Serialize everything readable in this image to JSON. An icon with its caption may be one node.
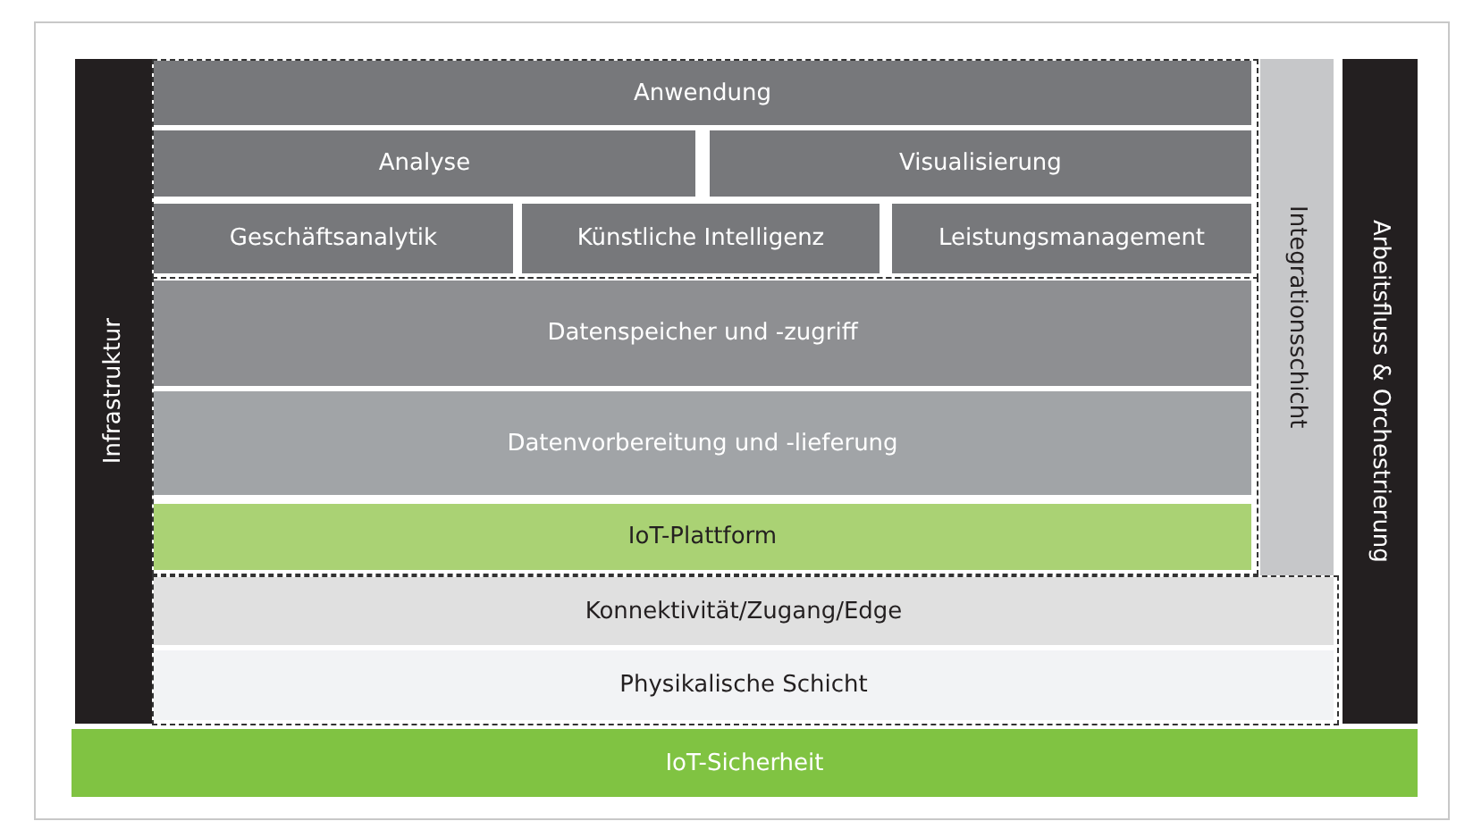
{
  "diagram": {
    "nodes": [
      {
        "text": [
          "Infrastruktur"
        ]
      },
      {
        "text": [],
        "shape": "box"
      },
      {
        "text": [
          "Anwendung"
        ],
        "in": 1
      },
      {
        "text": [
          "Analyse"
        ],
        "in": 1
      },
      {
        "text": [
          "Visualisierung"
        ],
        "in": 1
      },
      {
        "text": [
          "Geschäftsanalytik"
        ],
        "in": 1
      },
      {
        "text": [
          "Künstliche Intelligenz"
        ],
        "in": 1
      },
      {
        "text": [
          "Leistungsmanagement"
        ],
        "in": 1
      },
      {
        "text": [],
        "shape": "box"
      },
      {
        "text": [
          "Datenspeicher und -zugriff"
        ],
        "in": 8
      },
      {
        "text": [
          "Datenvorbereitung und -lieferung"
        ],
        "in": 8
      },
      {
        "text": [
          "IoT-Plattform"
        ],
        "in": 8
      },
      {
        "text": [
          "Integrationsschicht"
        ]
      },
      {
        "text": [
          "Arbeitsfluss & Orchestrierung"
        ]
      },
      {
        "text": [],
        "shape": "box"
      },
      {
        "text": [
          "Konnektivität/Zugang/Edge"
        ],
        "in": 14
      },
      {
        "text": [
          "Physikalische Schicht"
        ],
        "in": 14
      },
      {
        "text": [
          "IoT-Sicherheit"
        ]
      }
    ]
  }
}
